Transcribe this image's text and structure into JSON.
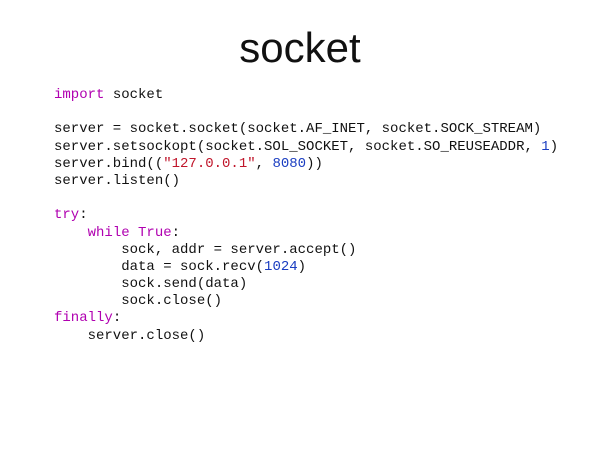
{
  "slide": {
    "title": "socket"
  },
  "code": {
    "lines": [
      [
        {
          "t": "import",
          "c": "kw"
        },
        {
          "t": " socket",
          "c": ""
        }
      ],
      [],
      [
        {
          "t": "server = socket.socket(socket.AF_INET, socket.SOCK_STREAM)",
          "c": ""
        }
      ],
      [
        {
          "t": "server.setsockopt(socket.SOL_SOCKET, socket.SO_REUSEADDR, ",
          "c": ""
        },
        {
          "t": "1",
          "c": "num"
        },
        {
          "t": ")",
          "c": ""
        }
      ],
      [
        {
          "t": "server.bind((",
          "c": ""
        },
        {
          "t": "\"127.0.0.1\"",
          "c": "str"
        },
        {
          "t": ", ",
          "c": ""
        },
        {
          "t": "8080",
          "c": "num"
        },
        {
          "t": "))",
          "c": ""
        }
      ],
      [
        {
          "t": "server.listen()",
          "c": ""
        }
      ],
      [],
      [
        {
          "t": "try",
          "c": "kw"
        },
        {
          "t": ":",
          "c": ""
        }
      ],
      [
        {
          "t": "    ",
          "c": ""
        },
        {
          "t": "while",
          "c": "kw"
        },
        {
          "t": " ",
          "c": ""
        },
        {
          "t": "True",
          "c": "kw"
        },
        {
          "t": ":",
          "c": ""
        }
      ],
      [
        {
          "t": "        sock, addr = server.accept()",
          "c": ""
        }
      ],
      [
        {
          "t": "        data = sock.recv(",
          "c": ""
        },
        {
          "t": "1024",
          "c": "num"
        },
        {
          "t": ")",
          "c": ""
        }
      ],
      [
        {
          "t": "        sock.send(data)",
          "c": ""
        }
      ],
      [
        {
          "t": "        sock.close()",
          "c": ""
        }
      ],
      [
        {
          "t": "finally",
          "c": "kw"
        },
        {
          "t": ":",
          "c": ""
        }
      ],
      [
        {
          "t": "    server.close()",
          "c": ""
        }
      ]
    ]
  },
  "colors": {
    "keyword": "#b000b0",
    "number": "#1a3dc1",
    "string": "#c0162b",
    "text": "#111111",
    "background": "#ffffff"
  }
}
